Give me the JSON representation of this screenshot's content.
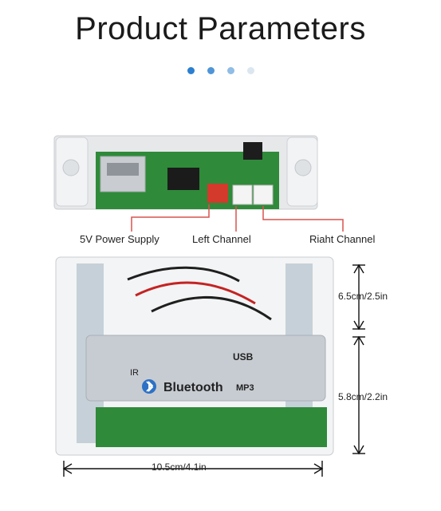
{
  "header": {
    "title": "Product Parameters"
  },
  "pager": {
    "dots": [
      "#2b7fd1",
      "#4f95d8",
      "#8fbde6",
      "#dbe6f0"
    ]
  },
  "board_labels": {
    "power": "5V Power Supply",
    "left": "Left Channel",
    "right": "Riaht Channel"
  },
  "device_text": {
    "usb": "USB",
    "ir": "IR",
    "bluetooth": "Bluetooth",
    "mp3": "MP3"
  },
  "dimensions": {
    "height_top": "6.5cm/2.5in",
    "height_bottom": "5.8cm/2.2in",
    "width": "10.5cm/4.1in"
  },
  "colors": {
    "board_green": "#2f8a3a",
    "leader_red": "#d9534f",
    "plate": "#c7ccd2"
  }
}
